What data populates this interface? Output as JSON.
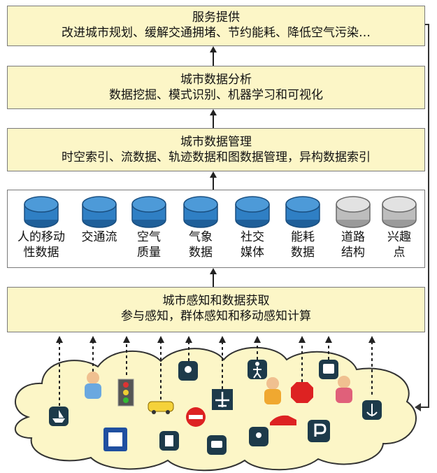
{
  "layers": {
    "service": {
      "title": "服务提供",
      "subtitle": "改进城市规划、缓解交通拥堵、节约能耗、降低空气污染…"
    },
    "analysis": {
      "title": "城市数据分析",
      "subtitle": "数据挖掘、模式识别、机器学习和可视化"
    },
    "management": {
      "title": "城市数据管理",
      "subtitle": "时空索引、流数据、轨迹数据和图数据管理，异构数据索引"
    },
    "acquisition": {
      "title": "城市感知和数据获取",
      "subtitle": "参与感知，群体感知和移动感知计算"
    }
  },
  "datasets": [
    {
      "line1": "人的移动",
      "line2": "性数据",
      "color": "#2f7fc4"
    },
    {
      "line1": "交通流",
      "line2": "",
      "color": "#2f7fc4"
    },
    {
      "line1": "空气",
      "line2": "质量",
      "color": "#2f7fc4"
    },
    {
      "line1": "气象",
      "line2": "数据",
      "color": "#2f7fc4"
    },
    {
      "line1": "社交",
      "line2": "媒体",
      "color": "#2f7fc4"
    },
    {
      "line1": "能耗",
      "line2": "数据",
      "color": "#2f7fc4"
    },
    {
      "line1": "道路",
      "line2": "结构",
      "color": "#c8c8c8"
    },
    {
      "line1": "兴趣",
      "line2": "点",
      "color": "#c8c8c8"
    }
  ],
  "colors": {
    "layer_fill": "#fcf6c7",
    "cloud_fill": "#fcf6c7",
    "db_blue": "#2f7fc4",
    "db_gray": "#c8c8c8"
  },
  "sensor_icons": [
    "boat-icon",
    "person-icon",
    "traffic-light-icon",
    "taxi-icon",
    "no-entry-icon",
    "fuel-station-icon",
    "phone-booth-icon",
    "airport-icon",
    "location-pin-icon",
    "pedestrian-icon",
    "bus-icon",
    "stop-sign-icon",
    "sports-car-icon",
    "parking-icon",
    "person-icon",
    "anchor-icon"
  ]
}
